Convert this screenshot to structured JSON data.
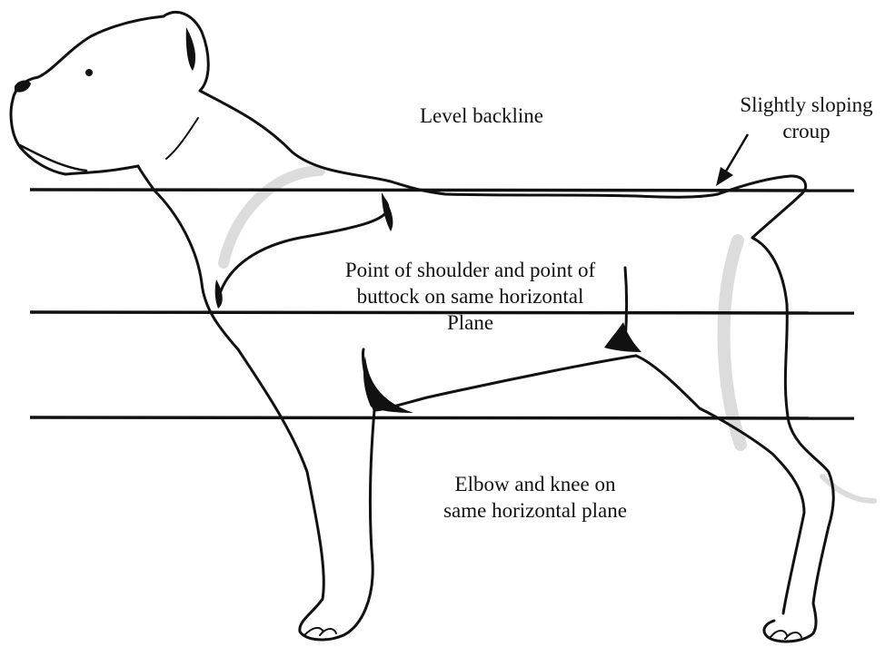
{
  "labels": {
    "level_backline": "Level backline",
    "croup_line1": "Slightly sloping",
    "croup_line2": "croup",
    "shoulder_line1": "Point of shoulder and point of",
    "shoulder_line2": "buttock on same horizontal",
    "shoulder_line3": "Plane",
    "elbow_line1": "Elbow and knee on",
    "elbow_line2": "same horizontal plane"
  },
  "colors": {
    "line": "#111111",
    "outline": "#111111",
    "shadow": "#dcdcdc",
    "background": "#ffffff"
  }
}
